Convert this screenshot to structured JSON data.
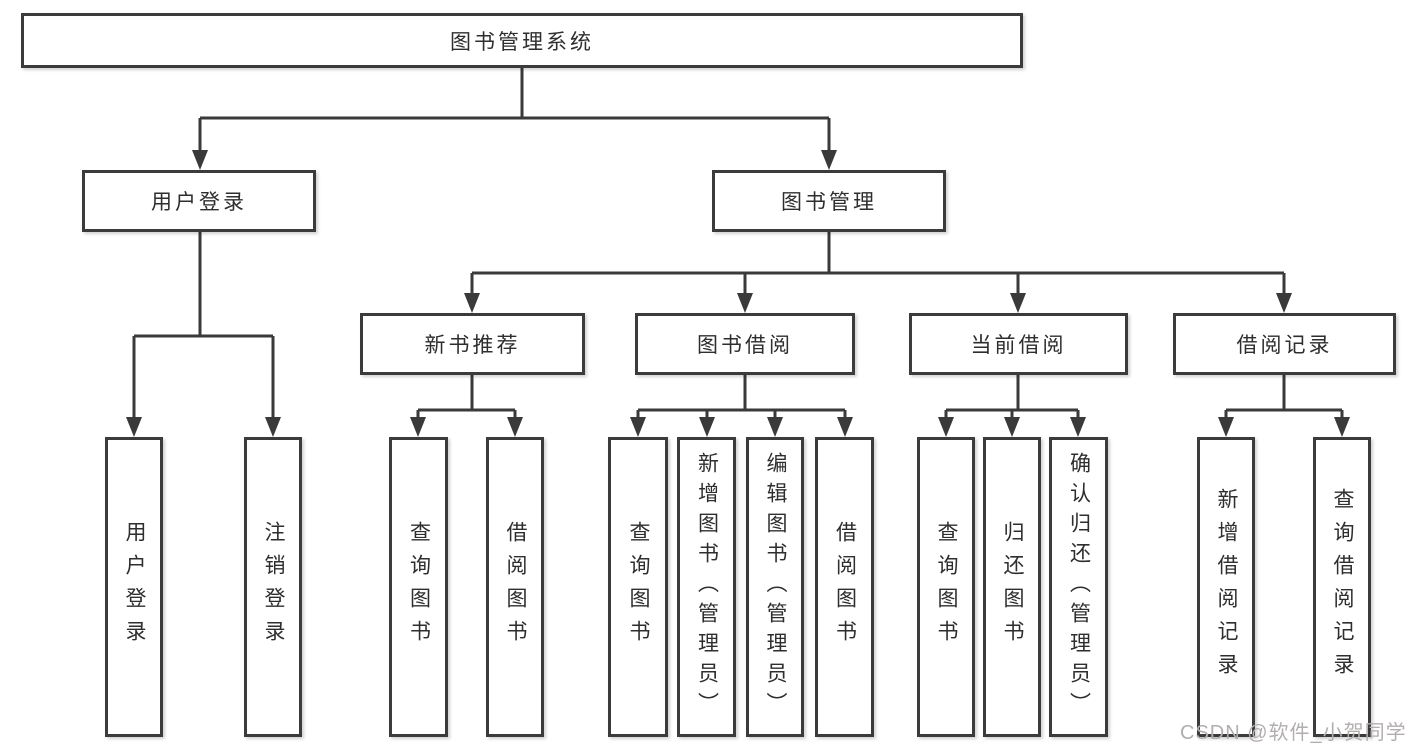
{
  "colors": {
    "line": "#3a3a3a",
    "box_border": "#3b3b3b",
    "box_fill": "#ffffff",
    "text": "#2e2e2e",
    "watermark": "#b3aeae"
  },
  "tree": {
    "root": {
      "label": "图书管理系统"
    },
    "branches": [
      {
        "label": "用户登录",
        "leaves": [
          {
            "label": "用户登录"
          },
          {
            "label": "注销登录"
          }
        ]
      },
      {
        "label": "图书管理",
        "sections": [
          {
            "label": "新书推荐",
            "leaves": [
              {
                "label": "查询图书"
              },
              {
                "label": "借阅图书"
              }
            ]
          },
          {
            "label": "图书借阅",
            "leaves": [
              {
                "label": "查询图书"
              },
              {
                "label": "新增图书（管理员）"
              },
              {
                "label": "编辑图书（管理员）"
              },
              {
                "label": "借阅图书"
              }
            ]
          },
          {
            "label": "当前借阅",
            "leaves": [
              {
                "label": "查询图书"
              },
              {
                "label": "归还图书"
              },
              {
                "label": "确认归还（管理员）"
              }
            ]
          },
          {
            "label": "借阅记录",
            "leaves": [
              {
                "label": "新增借阅记录"
              },
              {
                "label": "查询借阅记录"
              }
            ]
          }
        ]
      }
    ]
  },
  "watermark": {
    "text": "CSDN @软件_小贺同学"
  }
}
